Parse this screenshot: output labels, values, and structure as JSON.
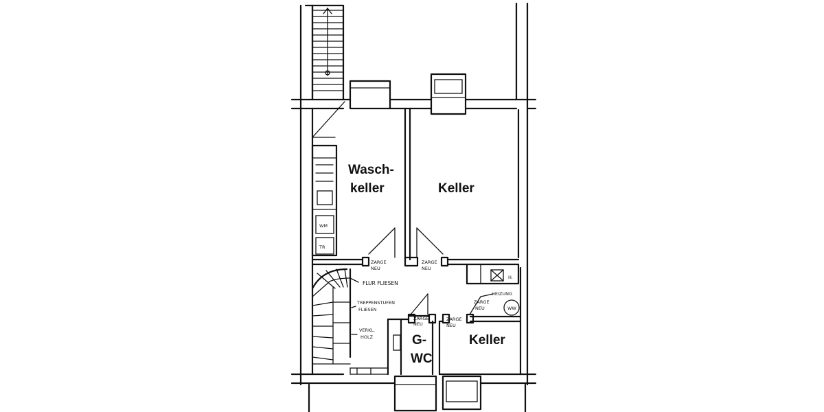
{
  "rooms": {
    "waschkeller_line1": "Wasch-",
    "waschkeller_line2": "keller",
    "keller_main": "Keller",
    "gwc_line1": "G-",
    "gwc_line2": "WC",
    "keller_small": "Keller"
  },
  "annotations": {
    "zarge_neu_1_a": "ZARGE",
    "zarge_neu_1_b": "NEU",
    "zarge_neu_2_a": "ZARGE",
    "zarge_neu_2_b": "NEU",
    "zarge_neu_3_a": "ZARGE",
    "zarge_neu_3_b": "NEU",
    "zarge_neu_4_a": "ZARGE",
    "zarge_neu_4_b": "NEU",
    "zarge_neu_5_a": "ZARGE",
    "zarge_neu_5_b": "NEU",
    "flur_fliesen": "FLUR FLIESEN",
    "treppenstufen_a": "TREPPENSTUFEN",
    "treppenstufen_b": "FLIESEN",
    "verkl_holz_a": "VERKL.",
    "verkl_holz_b": "HOLZ",
    "heizung": "HEIZUNG",
    "wm": "WM",
    "tr": "TR",
    "ww": "WW",
    "h": "H."
  }
}
